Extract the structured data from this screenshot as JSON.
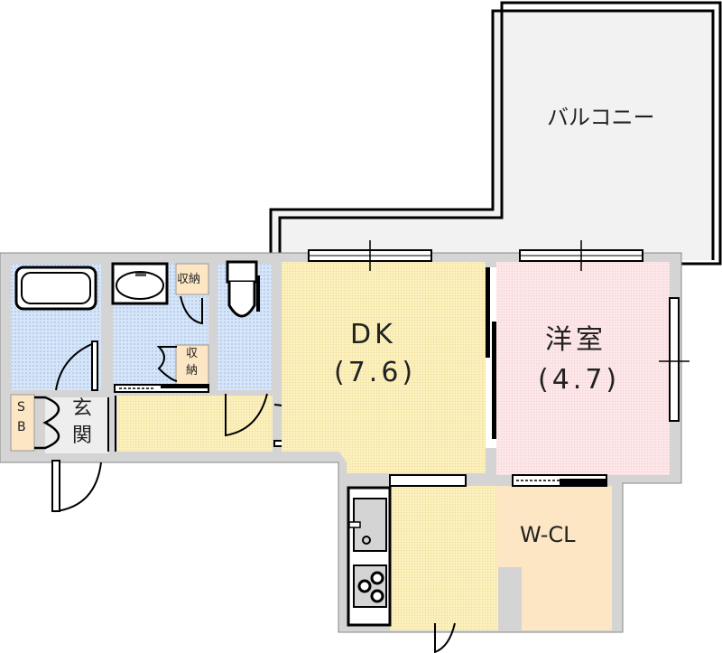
{
  "floorplan": {
    "rooms": {
      "balcony": {
        "name": "バルコニー"
      },
      "dk": {
        "name": "DK",
        "size": "(7.6)"
      },
      "western": {
        "name": "洋室",
        "size": "(4.7)"
      },
      "wcl": {
        "name": "W-CL"
      },
      "entrance": {
        "name_top": "玄",
        "name_bottom": "関"
      },
      "shoebox": {
        "name_top": "S",
        "name_bottom": "B"
      },
      "storage1": {
        "name": "収納"
      },
      "storage2": {
        "name_top": "収",
        "name_bottom": "納"
      }
    },
    "colors": {
      "wall": "#d4d4d4",
      "wet_area": "#cfe0f5",
      "dk_floor": "#fbefb8",
      "western_floor": "#fbe4e6",
      "closet_floor": "#fce6c4",
      "balcony_floor": "#f2f2f2",
      "line": "#000000"
    }
  }
}
